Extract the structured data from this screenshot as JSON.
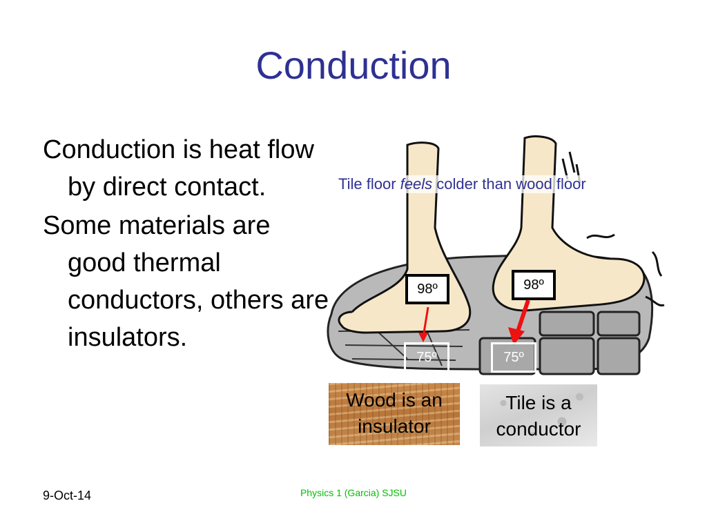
{
  "slide": {
    "title": "Conduction",
    "bullets": [
      "Conduction is heat flow by direct contact.",
      "Some materials are good thermal conductors, others are insulators."
    ]
  },
  "illustration": {
    "caption_before": "Tile floor ",
    "caption_emphasis": "feels",
    "caption_after": " colder than wood floor",
    "foot_temp_left": "98º",
    "foot_temp_right": "98º",
    "floor_temp_wood": "75º",
    "floor_temp_tile": "75º",
    "wood_label": "Wood is an insulator",
    "tile_label": "Tile is a conductor",
    "colors": {
      "title": "#2e3192",
      "arrow": "#ee1111",
      "footer_center": "#00c000"
    }
  },
  "footer": {
    "date": "9-Oct-14",
    "center": "Physics 1 (Garcia) SJSU"
  }
}
